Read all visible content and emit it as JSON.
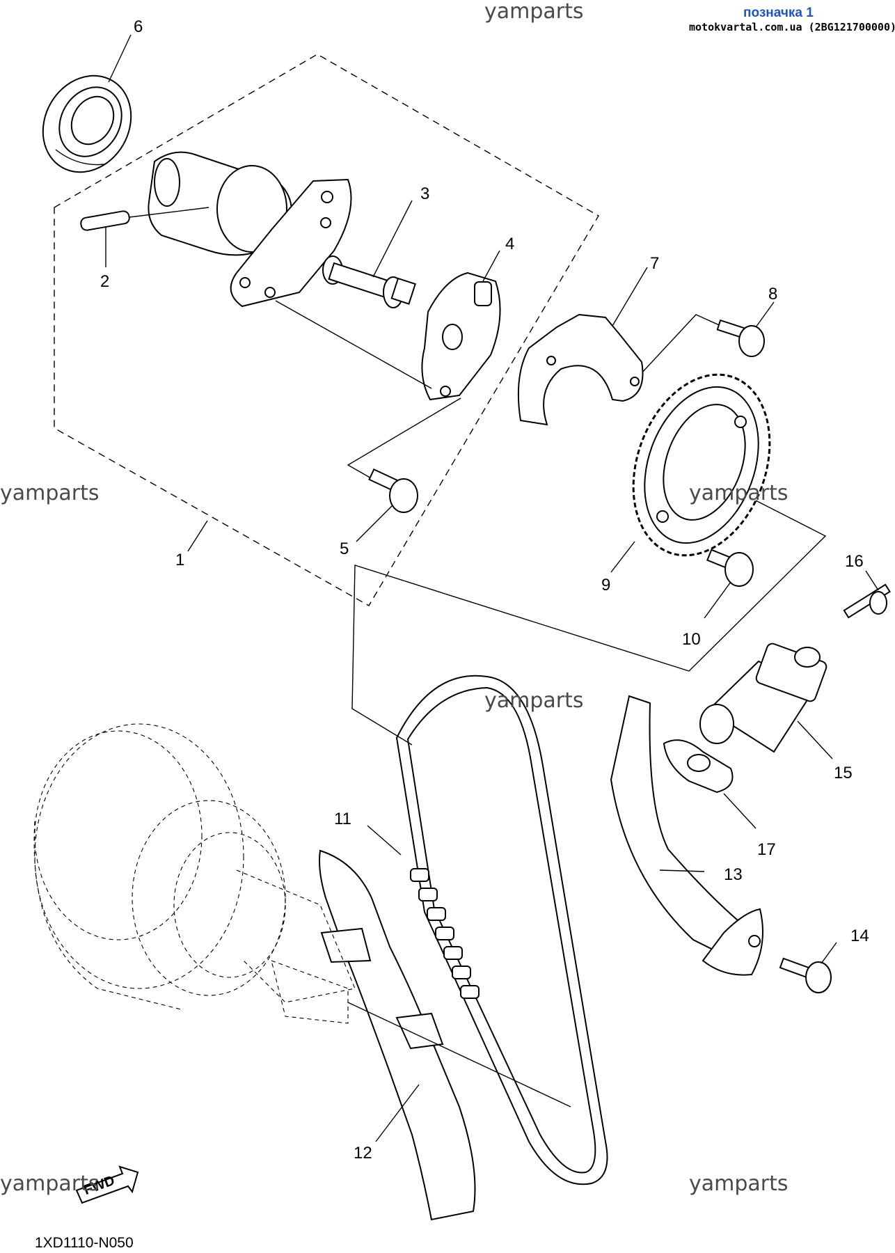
{
  "header": {
    "label": "позначка 1",
    "site": "motokvartal.com.ua (2BG121700000)"
  },
  "watermarks": [
    "yamparts",
    "yamparts",
    "yamparts",
    "yamparts",
    "yamparts",
    "yamparts"
  ],
  "callouts": [
    "1",
    "2",
    "3",
    "4",
    "5",
    "6",
    "7",
    "8",
    "9",
    "10",
    "11",
    "12",
    "13",
    "14",
    "15",
    "16",
    "17"
  ],
  "fwd_label": "FWD",
  "diagram_code": "1XD1110-N050"
}
